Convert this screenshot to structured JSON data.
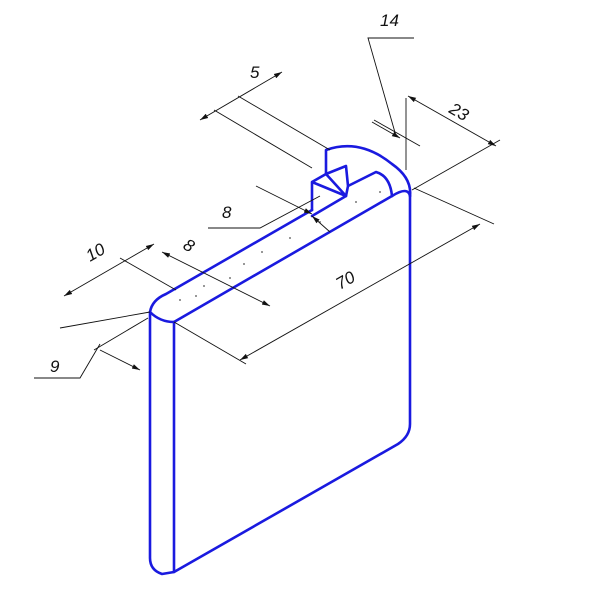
{
  "drawing": {
    "part_color": "#1a1adf",
    "dimensions": {
      "d14": "14",
      "d5": "5",
      "d23": "23",
      "d8_notch": "8",
      "d70": "70",
      "d10": "10",
      "d8_top": "8",
      "d9": "9"
    }
  }
}
